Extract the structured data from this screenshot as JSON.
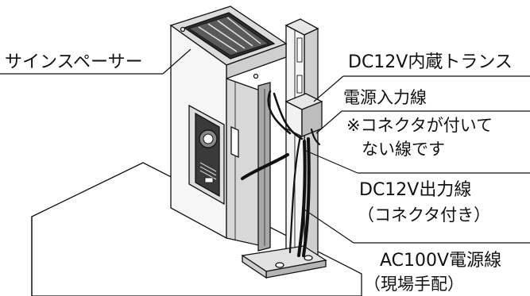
{
  "labels": {
    "spacer": "サインスペーサー",
    "transformer": "DC12V内蔵トランス",
    "power_input": "電源入力線",
    "note_line1": "※コネクタが付いて",
    "note_line2": "ない線です",
    "dc_output": "DC12V出力線",
    "dc_output_note": "（コネクタ付き）",
    "ac_line": "AC100V電源線",
    "ac_line_note": "（現場手配）"
  },
  "colors": {
    "stroke": "#111111",
    "panel_light": "#f4f4f4",
    "panel_mid": "#dcdcdc",
    "panel_dark": "#9a9a9a",
    "device_dark": "#333333"
  }
}
